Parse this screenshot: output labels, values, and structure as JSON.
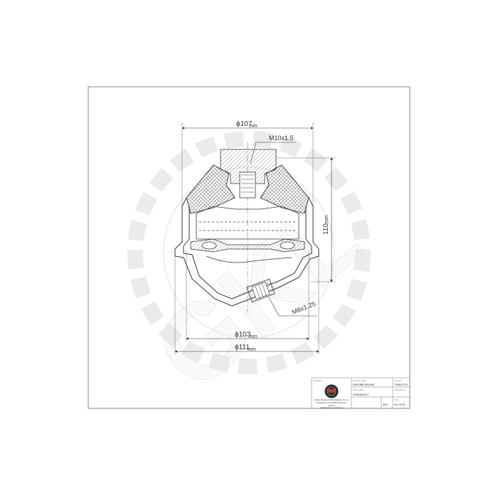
{
  "dimensions": {
    "top_diameter": "ϕ107",
    "top_unit": "mm",
    "top_thread": "M10x1.5",
    "height": "110",
    "height_unit": "mm",
    "bottom_thread": "M8x1.25",
    "base_inner_diameter": "ϕ103",
    "base_inner_unit": "mm",
    "base_outer_diameter": "ϕ111",
    "base_outer_unit": "mm"
  },
  "watermark": "GKL",
  "title_block": {
    "company_label": "Company",
    "product_label": "Product name",
    "product_value": "ENGINE MOUNT",
    "symbol_label": "Symbol",
    "symbol_value": "T00N7176",
    "oe_label": "OE Number",
    "oe_value": "2032402017",
    "diagram_label": "Diagram No",
    "diagram_value": "300",
    "date_label": "Date",
    "date_value": "01.10.03",
    "company_name": "GGGL Wojciech Wilczkiewicz S.A.G.",
    "company_address": "Przyjaciel ul. 81-9039 Przemyśl, Poland",
    "company_contact": "info@gggl.pl, www.gkl.pl"
  }
}
